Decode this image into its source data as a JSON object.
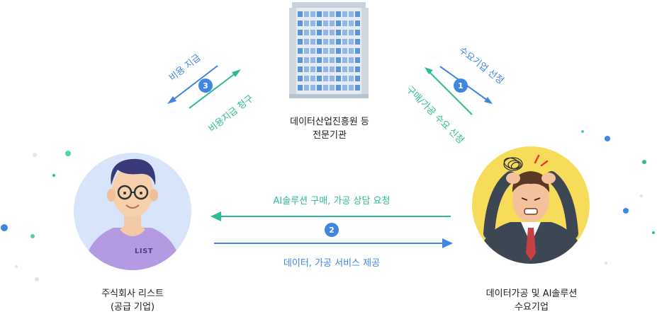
{
  "institution": {
    "name_line1": "데이터산업진흥원 등",
    "name_line2": "전문기관"
  },
  "supplier": {
    "name_line1": "주식회사 리스트",
    "name_line2": "(공급 기업)",
    "shirt_logo": "LIST"
  },
  "customer": {
    "name_line1": "데이터가공 및 AI솔루션",
    "name_line2": "수요기업"
  },
  "steps": {
    "step1": {
      "number": "1",
      "top_label": "수요기업 선정",
      "bottom_label": "구매/가공 수요 신청"
    },
    "step2": {
      "number": "2",
      "top_label": "AI솔루션 구매, 가공 상담 요청",
      "bottom_label": "데이터, 가공 서비스 제공"
    },
    "step3": {
      "number": "3",
      "top_label": "비용 지급",
      "bottom_label": "비용지급 청구"
    }
  },
  "colors": {
    "blue": "#3f86e2",
    "green": "#2cbb97",
    "circle_left": "#d7e4fa",
    "circle_right": "#f7dc59"
  }
}
